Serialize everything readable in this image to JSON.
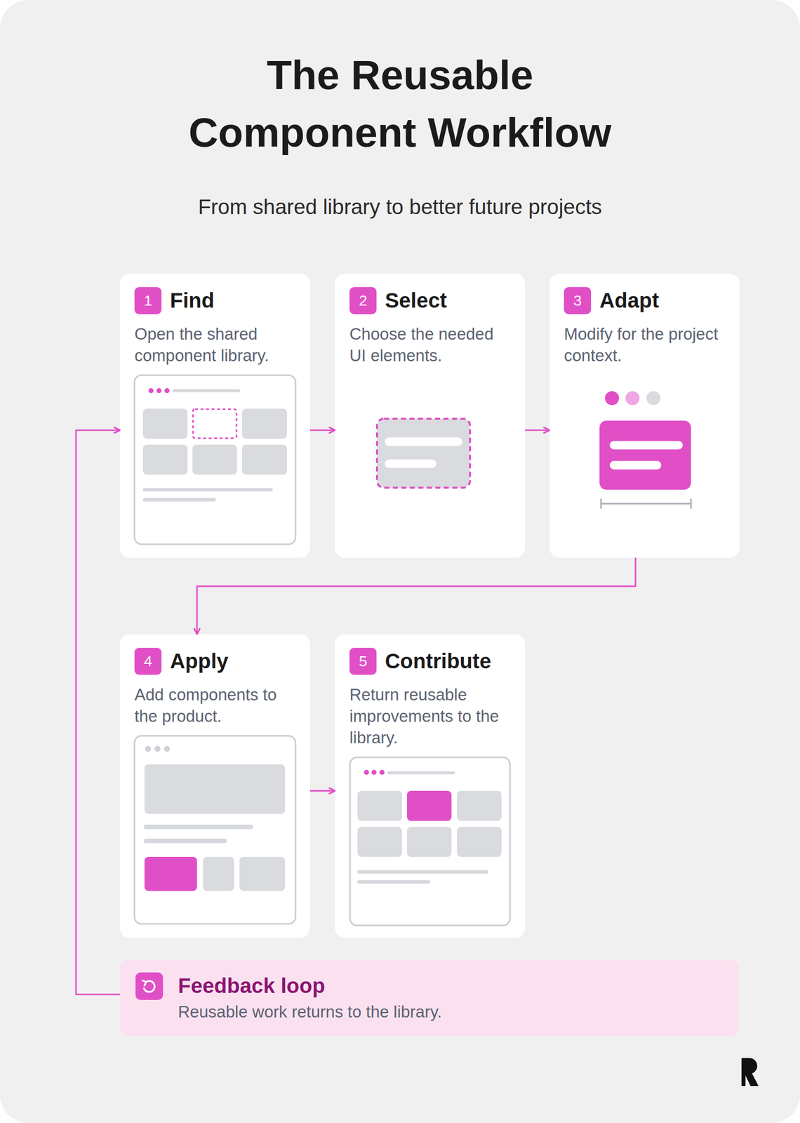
{
  "diagram": {
    "title": "The Reusable Component Workflow",
    "nodes": [
      {
        "text": [
          "1",
          "Find",
          "Open the shared component library."
        ]
      },
      {
        "text": [
          "2",
          "Select",
          "Choose the needed UI elements."
        ]
      },
      {
        "text": [
          "3",
          "Adapt",
          "Modify for the project context."
        ]
      },
      {
        "text": [
          "4",
          "Apply",
          "Add components to the product."
        ]
      },
      {
        "text": [
          "5",
          "Contribute",
          "Return reusable improvements to the library."
        ]
      },
      {
        "text": [
          "Feedback loop",
          "Reusable work returns to the library."
        ]
      }
    ],
    "edges": [
      {
        "from": 0,
        "to": 1,
        "arrow": "to"
      },
      {
        "from": 1,
        "to": 2,
        "arrow": "to"
      },
      {
        "from": 2,
        "to": 3,
        "arrow": "to"
      },
      {
        "from": 3,
        "to": 4,
        "arrow": "to"
      },
      {
        "from": 5,
        "to": 0,
        "arrow": "to"
      }
    ],
    "labels": [
      "From shared library to better future projects"
    ]
  }
}
